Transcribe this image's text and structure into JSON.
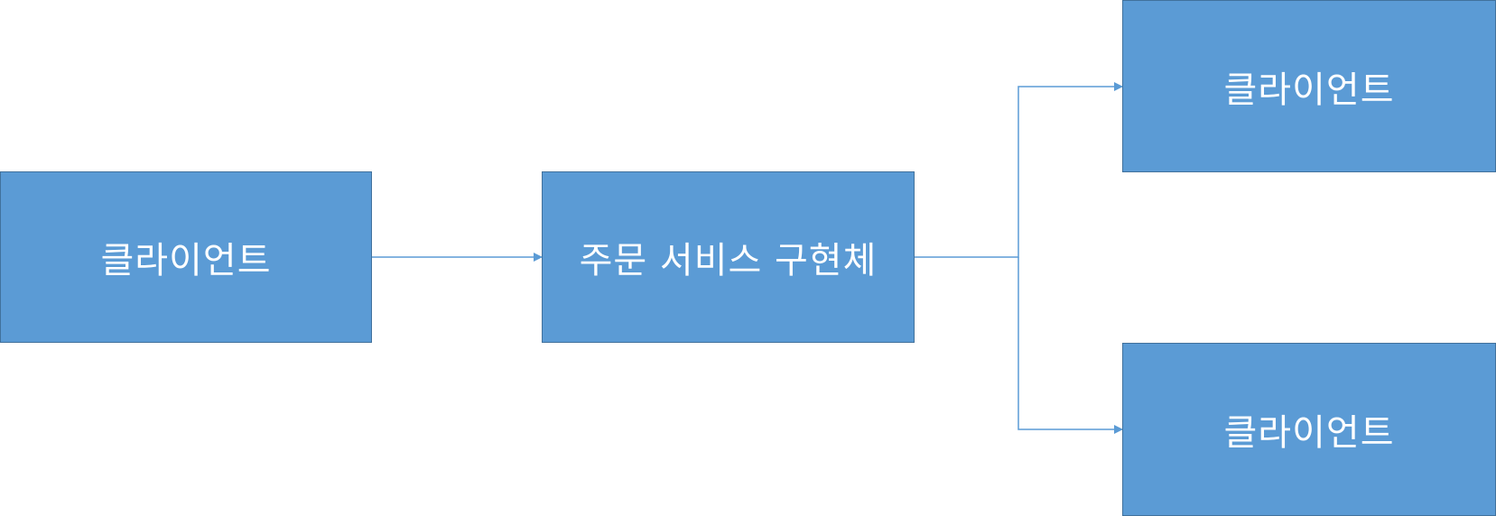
{
  "nodes": {
    "left": {
      "label": "클라이언트"
    },
    "center": {
      "label": "주문 서비스 구현체"
    },
    "top_right": {
      "label": "클라이언트"
    },
    "bottom_right": {
      "label": "클라이언트"
    }
  },
  "edges": [
    {
      "from": "left",
      "to": "center"
    },
    {
      "from": "center",
      "to": "top_right"
    },
    {
      "from": "center",
      "to": "bottom_right"
    }
  ],
  "colors": {
    "box_fill": "#5b9bd5",
    "box_border": "#41719c",
    "connector": "#5b9bd5",
    "label": "#ffffff"
  }
}
